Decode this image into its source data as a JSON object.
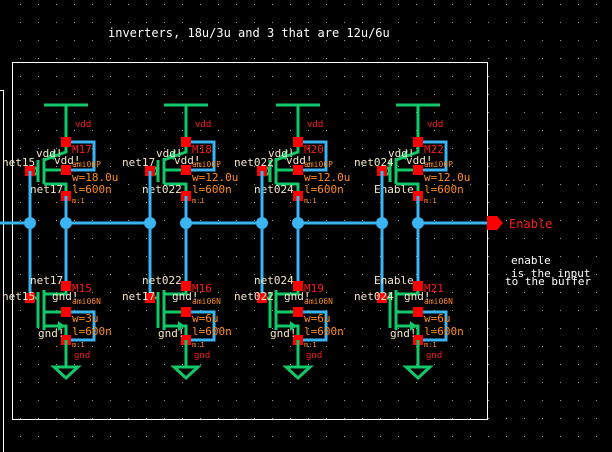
{
  "title": "inverters, 18u/3u and 3 that are 12u/6u",
  "colors": {
    "background": "#000000",
    "grid_dot": "#9a9a9a",
    "frame": "#ffffff",
    "wire": "#3ab4f2",
    "device": "#12c86a",
    "pin": "#ff0000",
    "net_label": "#f5e6c8",
    "instance_label": "#ff1a1a",
    "param_label": "#ff8c1a"
  },
  "output_pin": {
    "label": "Enable"
  },
  "note": {
    "lines": [
      "enable",
      "is the input",
      "to the buffer"
    ]
  },
  "stages": [
    {
      "pmos": {
        "instance": "M17",
        "model": "ami06P",
        "w": "w=18.0u",
        "l": "l=600n",
        "m": "m:1",
        "supply": "vdd",
        "source_net": "vdd!",
        "body_net": "vdd!",
        "gate_net": "net15",
        "drain_net": "net17"
      },
      "nmos": {
        "instance": "M15",
        "model": "ami06N",
        "w": "w=3u",
        "l": "l=600n",
        "m": "m:1",
        "supply": "gnd",
        "source_net": "gnd!",
        "body_net": "gnd!",
        "gate_net": "net15",
        "drain_net": "net17"
      }
    },
    {
      "pmos": {
        "instance": "M18",
        "model": "ami06P",
        "w": "w=12.0u",
        "l": "l=600n",
        "m": "m:1",
        "supply": "vdd",
        "source_net": "vdd!",
        "body_net": "vdd!",
        "gate_net": "net17",
        "drain_net": "net022"
      },
      "nmos": {
        "instance": "M16",
        "model": "ami06N",
        "w": "w=6u",
        "l": "l=600n",
        "m": "m:1",
        "supply": "gnd",
        "source_net": "gnd!",
        "body_net": "gnd!",
        "gate_net": "net17",
        "drain_net": "net022"
      }
    },
    {
      "pmos": {
        "instance": "M20",
        "model": "ami06P",
        "w": "w=12.0u",
        "l": "l=600n",
        "m": "m:1",
        "supply": "vdd",
        "source_net": "vdd!",
        "body_net": "vdd!",
        "gate_net": "net022",
        "drain_net": "net024"
      },
      "nmos": {
        "instance": "M19",
        "model": "ami06N",
        "w": "w=6u",
        "l": "l=600n",
        "m": "m:1",
        "supply": "gnd",
        "source_net": "gnd!",
        "body_net": "gnd!",
        "gate_net": "net022",
        "drain_net": "net024"
      }
    },
    {
      "pmos": {
        "instance": "M22",
        "model": "ami06P",
        "w": "w=12.0u",
        "l": "l=600n",
        "m": "m:1",
        "supply": "vdd",
        "source_net": "vdd!",
        "body_net": "vdd!",
        "gate_net": "net024",
        "drain_net": "Enable"
      },
      "nmos": {
        "instance": "M21",
        "model": "ami06N",
        "w": "w=6u",
        "l": "l=600n",
        "m": "m:1",
        "supply": "gnd",
        "source_net": "gnd!",
        "body_net": "gnd!",
        "gate_net": "net024",
        "drain_net": "Enable"
      }
    }
  ]
}
